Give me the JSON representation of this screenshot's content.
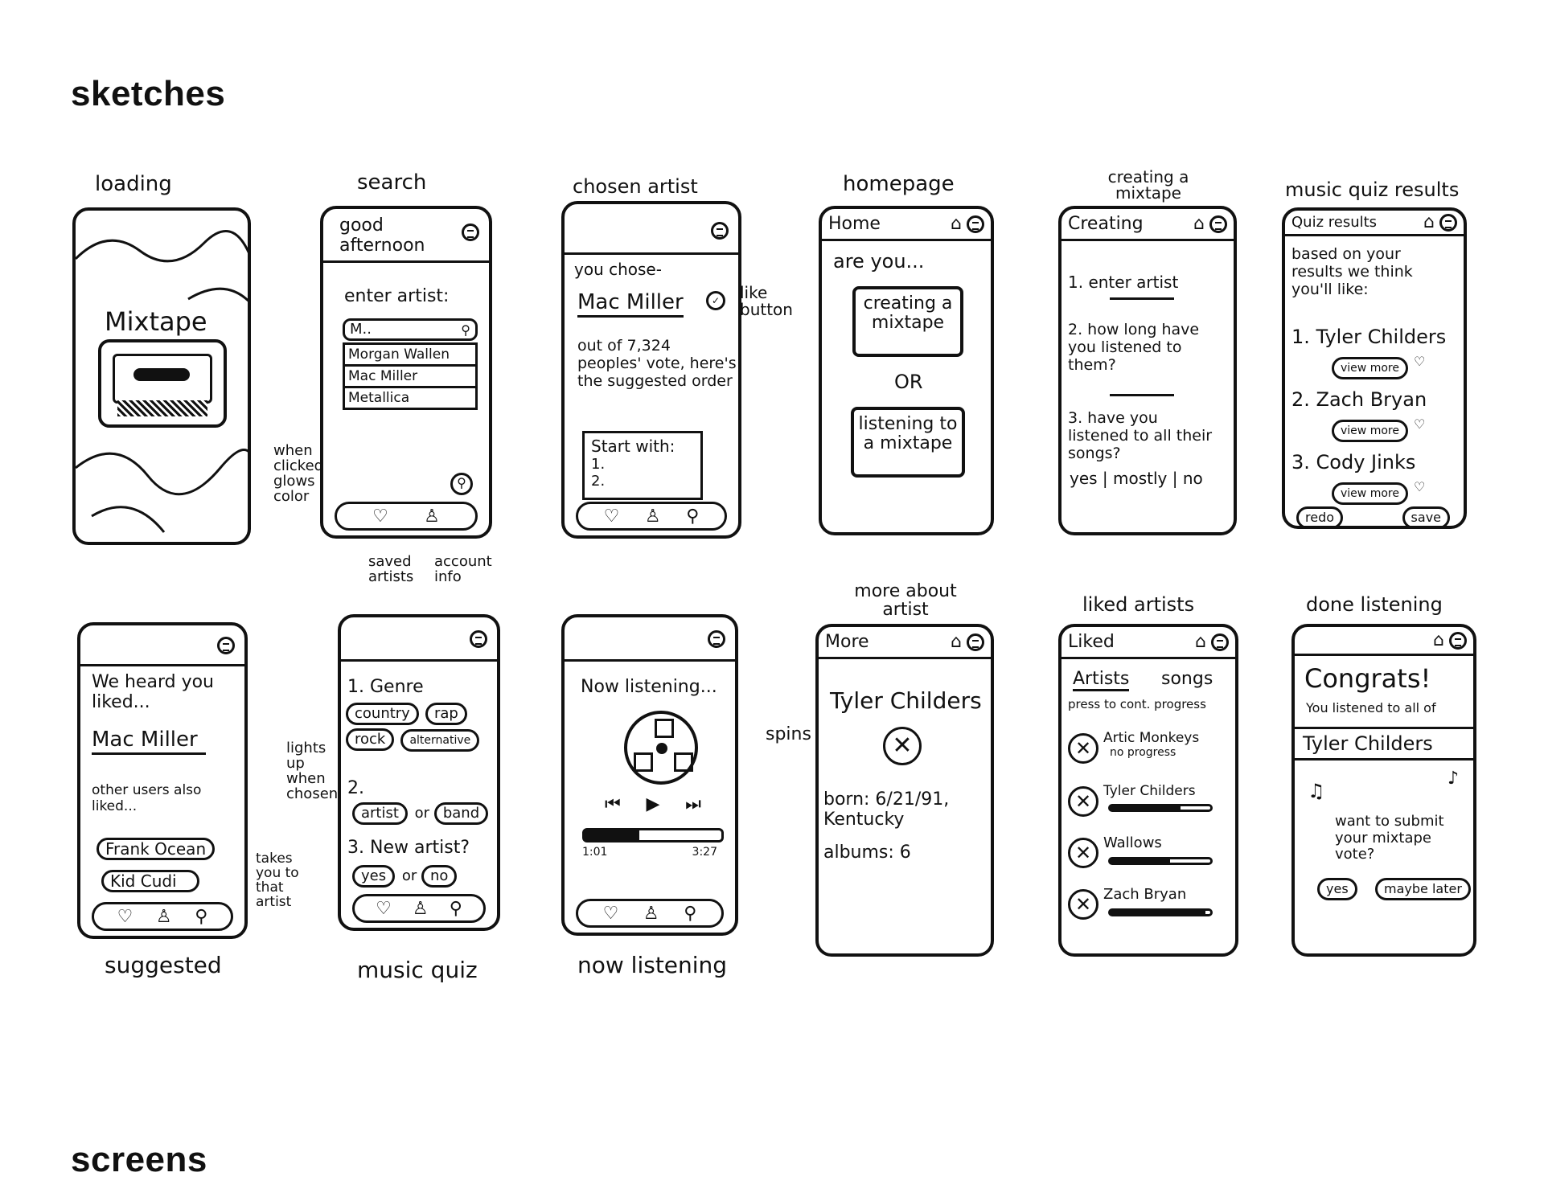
{
  "headings": {
    "sketches": "sketches",
    "screens": "screens"
  },
  "frames": {
    "loading": {
      "caption": "loading",
      "title": "Mixtape"
    },
    "search": {
      "caption": "search",
      "greeting": "good afternoon",
      "prompt": "enter artist:",
      "input_value": "M..",
      "results": [
        "Morgan Wallen",
        "Mac Miller",
        "Metallica"
      ],
      "note_glow": "when clicked glows color",
      "note_saved": "saved artists",
      "note_account": "account info"
    },
    "chosen": {
      "caption": "chosen artist",
      "you_chose": "you chose-",
      "artist": "Mac Miller",
      "vote_text": "out of 7,324 peoples' vote, here's the suggested order",
      "start_with": "Start with:",
      "items": [
        "1.",
        "2."
      ],
      "like_note": "like button"
    },
    "homepage": {
      "caption": "homepage",
      "header": "Home",
      "question": "are you...",
      "option1": "creating a mixtape",
      "or": "OR",
      "option2": "listening to a mixtape"
    },
    "creating": {
      "caption": "creating a mixtape",
      "header": "Creating",
      "q1": "1. enter artist",
      "q2": "2. how long have you listened to them?",
      "q3": "3. have you listened to all their songs?",
      "answers": "yes | mostly | no"
    },
    "results": {
      "caption": "music quiz results",
      "header": "Quiz results",
      "intro": "based on your results we think you'll like:",
      "artists": [
        "1. Tyler Childers",
        "2. Zach Bryan",
        "3. Cody Jinks"
      ],
      "view_more": "view more",
      "redo": "redo",
      "save": "save"
    },
    "suggested": {
      "caption": "suggested",
      "heard": "We heard you liked...",
      "artist": "Mac Miller",
      "others": "other users also liked...",
      "suggestions": [
        "Frank Ocean",
        "Kid Cudi"
      ],
      "note": "takes you to that artist"
    },
    "quiz": {
      "caption": "music quiz",
      "q1": "1. Genre",
      "genres": [
        "country",
        "rap",
        "rock",
        "alternative"
      ],
      "q2": "2.",
      "artist_opt": "artist",
      "or": "or",
      "band_opt": "band",
      "q3": "3. New artist?",
      "yes": "yes",
      "no": "no",
      "note": "lights up when chosen"
    },
    "nowlistening": {
      "caption": "now listening",
      "label": "Now listening...",
      "time_start": "1:01",
      "time_end": "3:27",
      "progress": 0.4,
      "note": "spins"
    },
    "more": {
      "caption": "more about artist",
      "header": "More",
      "artist": "Tyler Childers",
      "born": "born: 6/21/91, Kentucky",
      "albums": "albums: 6"
    },
    "liked": {
      "caption": "liked artists",
      "header": "Liked",
      "tab_artists": "Artists",
      "tab_songs": "songs",
      "hint": "press to cont. progress",
      "artists": [
        {
          "name": "Artic Monkeys",
          "status": "no progress",
          "progress": 0
        },
        {
          "name": "Tyler Childers",
          "status": "",
          "progress": 0.7
        },
        {
          "name": "Wallows",
          "status": "",
          "progress": 0.6
        },
        {
          "name": "Zach Bryan",
          "status": "",
          "progress": 0.95
        }
      ]
    },
    "done": {
      "caption": "done listening",
      "congrats": "Congrats!",
      "listened": "You listened to all of",
      "artist": "Tyler Childers",
      "submit": "want to submit your mixtape vote?",
      "yes": "yes",
      "later": "maybe later"
    }
  }
}
